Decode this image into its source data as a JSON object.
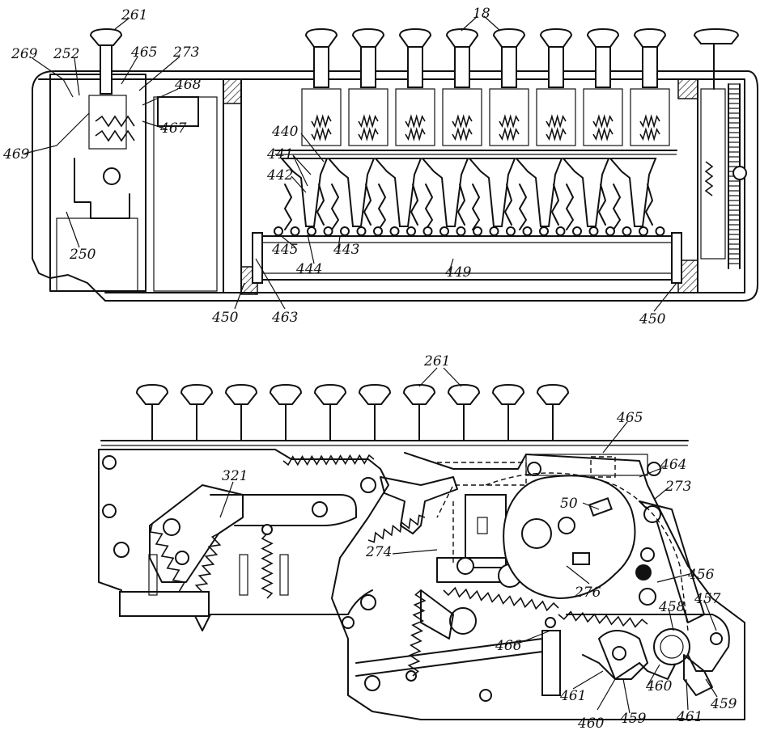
{
  "labels": {
    "top": {
      "l261": "261",
      "l18": "18",
      "l269": "269",
      "l252": "252",
      "l465": "465",
      "l273": "273",
      "l468": "468",
      "l467": "467",
      "l469": "469",
      "l440": "440",
      "l441": "441",
      "l442": "442",
      "l445": "445",
      "l444": "444",
      "l443": "443",
      "l449": "449",
      "l250": "250",
      "l450a": "450",
      "l463": "463",
      "l450b": "450"
    },
    "bottom": {
      "l261": "261",
      "l465": "465",
      "l464": "464",
      "l273": "273",
      "l321": "321",
      "l50": "50",
      "l274": "274",
      "l276": "276",
      "l456": "456",
      "l457": "457",
      "l458": "458",
      "l466": "466",
      "l460a": "460",
      "l461a": "461",
      "l459a": "459",
      "l460b": "460",
      "l461b": "461",
      "l459b": "459"
    }
  }
}
